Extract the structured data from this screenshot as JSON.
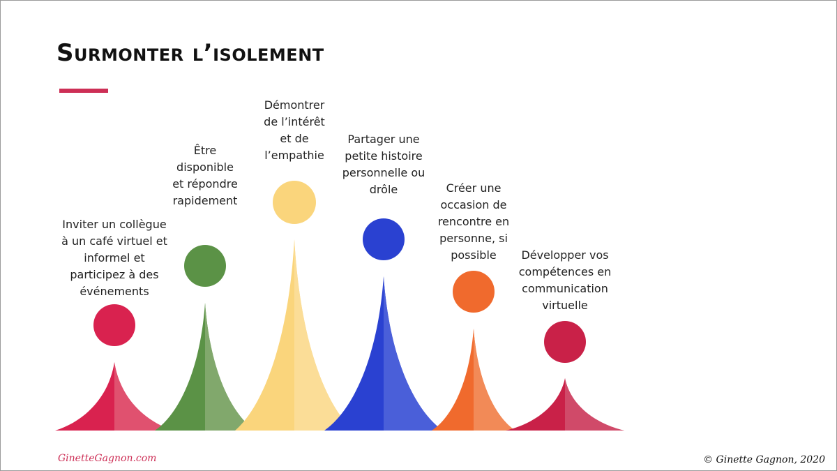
{
  "slide": {
    "title": "Surmonter l’isolement",
    "accent_color": "#cd2f56",
    "footer_left": "GinetteGagnon.com",
    "footer_left_color": "#cd2f56",
    "footer_right": "© Ginette Gagnon, 2020"
  },
  "steps": [
    {
      "text": "Inviter un collègue\nà un café virtuel et\ninformel et\nparticipez à des\névénements",
      "color": "#d9224f",
      "color_light": "#e0516f"
    },
    {
      "text": "Être\ndisponible\net répondre\nrapidement",
      "color": "#5b9246",
      "color_light": "#81a86c"
    },
    {
      "text": "Démontrer\nde l’intérêt\net de\nl’empathie",
      "color": "#fad57c",
      "color_light": "#fbdd97"
    },
    {
      "text": "Partager une\npetite histoire\npersonnelle ou\ndrôle",
      "color": "#2a41d1",
      "color_light": "#4a5fd9"
    },
    {
      "text": "Créer une\noccasion de\nrencontre en\npersonne, si\npossible",
      "color": "#f06a2d",
      "color_light": "#f28a57"
    },
    {
      "text": "Développer vos\ncompétences en\ncommunication\nvirtuelle",
      "color": "#c92148",
      "color_light": "#d04a69"
    }
  ]
}
